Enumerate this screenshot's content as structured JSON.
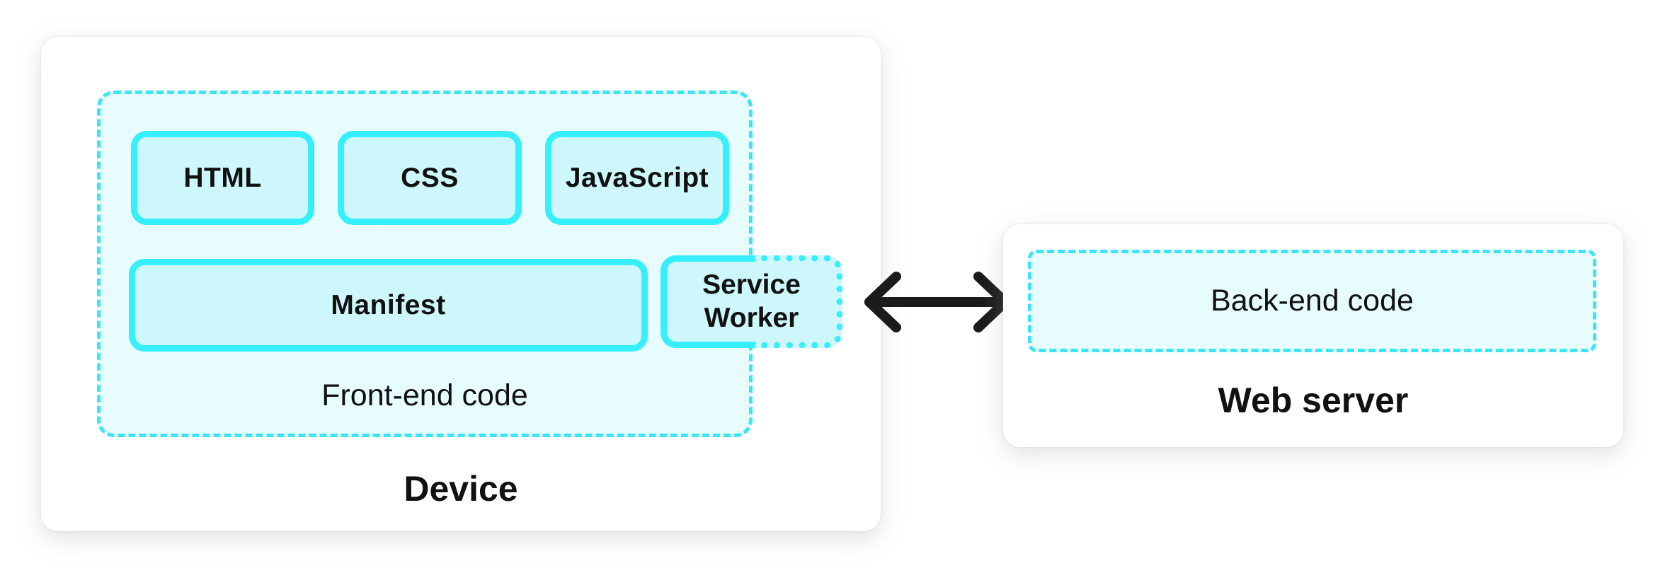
{
  "device": {
    "label": "Device",
    "frontend": {
      "label": "Front-end code",
      "boxes": [
        "HTML",
        "CSS",
        "JavaScript"
      ],
      "manifest_label": "Manifest",
      "service_worker_label": "Service Worker"
    }
  },
  "web_server": {
    "label": "Web server",
    "backend_label": "Back-end code"
  },
  "icons": {
    "arrow": "bidirectional-arrow"
  },
  "colors": {
    "accent_cyan_solid": "#35EFFA",
    "accent_cyan_dashed": "#3CE5F3",
    "group_fill": "#E6FCFE",
    "box_fill": "#CEF7FB",
    "panel_fill": "#FFFFFF",
    "text": "#111111",
    "arrow": "#1B1B1B"
  }
}
